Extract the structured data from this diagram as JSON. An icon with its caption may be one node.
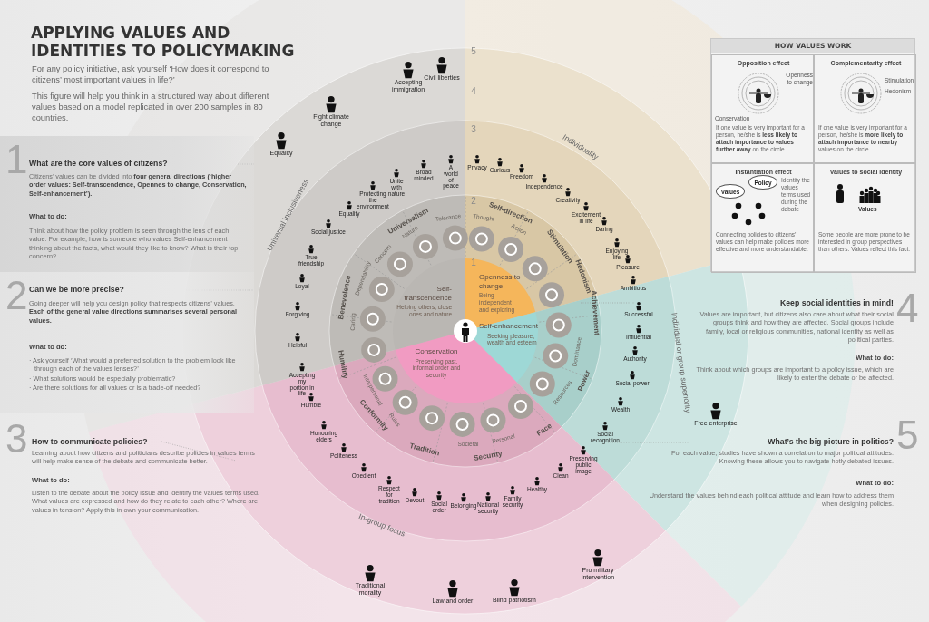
{
  "diagram": {
    "title": "APPLYING VALUES AND IDENTITIES TO POLICYMAKING",
    "nodes": [
      {
        "text": [
          "Openness to change",
          "Being independent and exploring"
        ]
      },
      {
        "text": [
          "Self-enhancement",
          "Seeking pleasure, wealth and esteem"
        ]
      },
      {
        "text": [
          "Conservation",
          "Preserving past, informal order and security"
        ]
      },
      {
        "text": [
          "Self-transcendence",
          "Helping others, close ones and nature"
        ]
      },
      {
        "text": [
          "HOW VALUES WORK"
        ]
      },
      {
        "text": [
          "Opposition effect",
          "Openness to change",
          "Conservation",
          "If one value is very important for a person, he/she is **less likely to attach importance to values further away** on the circle"
        ],
        "in": 4
      },
      {
        "text": [
          "Complementarity effect",
          "Stimulation",
          "Hedonism",
          "If one value is very important for a person, he/she is **more likely to attach importance to nearby** values on the circle."
        ],
        "in": 4
      },
      {
        "text": [
          "Instantiation effect",
          "Identify the values terms used during the debate",
          "Connecting policies to citizens’ values can help make policies more effective and more understandable."
        ],
        "in": 4
      },
      {
        "text": [
          "Values"
        ],
        "in": 7
      },
      {
        "text": [
          "Policy"
        ],
        "in": 7
      },
      {
        "text": [
          "Values to social identity",
          "Values",
          "Some people are more prone to be interested in group perspectives than others. Values reflect this fact."
        ],
        "in": 4
      },
      {
        "text": [
          "1",
          "What are the core values of citizens?",
          "Citizens’ values can be divided into **four general directions (‘higher order values: Self-transcendence, Opennes to change, Conservation, Self-enhancement’).**",
          "What to do:",
          "Think about how the policy problem is seen through the lens of each value. For example, how is someone who values Self-enhancement thinking about the facts, what would they like to know? What is their top concern?"
        ]
      },
      {
        "text": [
          "2",
          "Can we be more precise?",
          "Going deeper will help you design policy that respects citizens’ values. **Each of the general value directions summarises several personal values.**",
          "What to do:",
          "· Ask yourself ‘What would a preferred solution to the problem look like through each of the values lenses?’",
          "· What solutions would be especially problematic?",
          "· Are there solutions for all values or is a trade-off needed?"
        ]
      }
    ],
    "labels": [
      "For any policy initiative, ask yourself ‘How does it correspond to citizens’ most important values in life?’",
      "This figure will help you think in a structured way about different values based on a model replicated in over 200 samples in 80 countries.",
      "3",
      "How to communicate policies?",
      "Learning about how citizens and politicians describe policies in values terms will help make sense of the debate and communicate better.",
      "What to do:",
      "Listen to the debate about the policy issue and identify the values terms used. What values are expressed and how do they relate to each other? Where are values in tension? Apply this in own your communication.",
      "4",
      "Keep social identities in mind!",
      "Values are important, but citizens also care about what their social groups think and how they are affected. Social groups include family, local or religious communities, national identity as well as political parties.",
      "What to do:",
      "Think about which groups are important to a policy issue, which are likely to enter the debate or be affected.",
      "5",
      "What’s the big picture in politics?",
      "For each value, studies have shown a correlation to major political attitudes. Knowing these allows you to navigate hotly debated issues.",
      "What to do:",
      "Understand the values behind each political attitude and learn how to address them when designing policies.",
      "1",
      "2",
      "3",
      "4",
      "5",
      "Universal inclusiveness",
      "Individuality",
      "Individual or group superiority",
      "In-group focus",
      "Self-direction",
      "Thought",
      "Action",
      "Stimulation",
      "Hedonism",
      "Achievement",
      "Power",
      "Dominance",
      "Resources",
      "Face",
      "Security",
      "Personal",
      "Societal",
      "Tradition",
      "Conformity",
      "Rules",
      "Interpersonal",
      "Humility",
      "Benevolence",
      "Caring",
      "Dependability",
      "Universalism",
      "Concern",
      "Nature",
      "Tolerance",
      "Privacy",
      "Curious",
      "Freedom",
      "Independence",
      "Creativity",
      "Excitement in life",
      "Daring",
      "Enjoying life",
      "Pleasure",
      "Ambitious",
      "Successful",
      "Influential",
      "Authority",
      "Social power",
      "Wealth",
      "Social recognition",
      "Preserving public image",
      "Clean",
      "Healthy",
      "Family security",
      "National security",
      "Belonging",
      "Social order",
      "Devout",
      "Respect for tradition",
      "Obedient",
      "Politeness",
      "Honouring elders",
      "Humble",
      "Accepting my portion in life",
      "Helpful",
      "Forgiving",
      "Loyal",
      "True friendship",
      "Social justice",
      "Equality",
      "Protecting the environment",
      "Unite with nature",
      "Broad minded",
      "A world of peace",
      "Accepting immigration",
      "Civil liberties",
      "Fight climate change",
      "Equality",
      "Free enterprise",
      "Pro military intervention",
      "Blind patriotism",
      "Law and order",
      "Traditional morality"
    ]
  }
}
